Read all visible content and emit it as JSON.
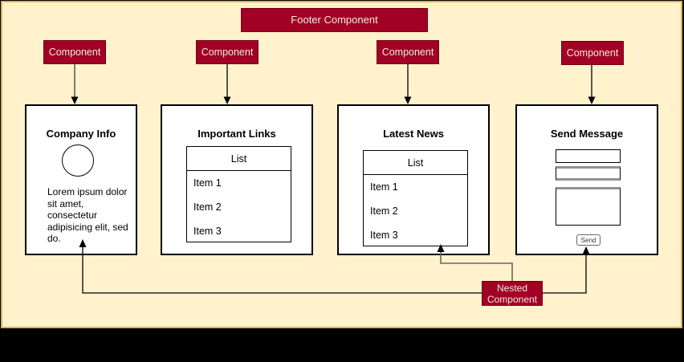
{
  "colors": {
    "node_fill": "#A20025",
    "node_border": "#6F0013",
    "node_text": "#FFFFFF",
    "panel_fill": "#FFF2CC",
    "panel_border": "#D6B656",
    "card_fill": "#FFFFFF",
    "card_border": "#000000",
    "connector_gray": "#666666",
    "page_background": "#000000"
  },
  "footer_component": {
    "label": "Footer Component"
  },
  "components": [
    {
      "label": "Component"
    },
    {
      "label": "Component"
    },
    {
      "label": "Component"
    },
    {
      "label": "Component"
    }
  ],
  "cards": {
    "company_info": {
      "title": "Company Info",
      "description": "Lorem ipsum dolor sit amet, consectetur adipisicing elit, sed do."
    },
    "important_links": {
      "title": "Important Links",
      "list_header": "List",
      "items": [
        "Item 1",
        "Item 2",
        "Item 3"
      ]
    },
    "latest_news": {
      "title": "Latest News",
      "list_header": "List",
      "items": [
        "Item 1",
        "Item 2",
        "Item 3"
      ]
    },
    "send_message": {
      "title": "Send Message",
      "fields": [
        {
          "value": "",
          "placeholder": ""
        },
        {
          "value": "",
          "placeholder": ""
        },
        {
          "value": "",
          "placeholder": ""
        }
      ],
      "send_button_label": "Send"
    }
  },
  "nested_component": {
    "label": "Nested Component"
  }
}
